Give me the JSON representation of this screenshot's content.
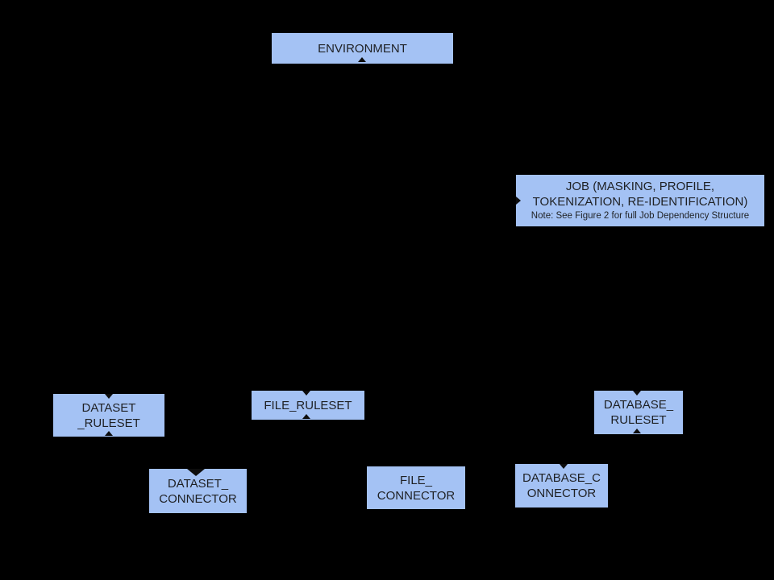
{
  "colors": {
    "background": "#000000",
    "node_fill": "#a4c2f4",
    "text": "#1f2124",
    "arrow": "#0d0d0d"
  },
  "nodes": {
    "environment": {
      "label": "ENVIRONMENT"
    },
    "job": {
      "label": "JOB (MASKING, PROFILE,\nTOKENIZATION, RE-IDENTIFICATION)",
      "note": "Note: See Figure 2 for full Job Dependency Structure"
    },
    "dataset_ruleset": {
      "label": "DATASET\n_RULESET"
    },
    "file_ruleset": {
      "label": "FILE_RULESET"
    },
    "database_ruleset": {
      "label": "DATABASE_\nRULESET"
    },
    "dataset_connector": {
      "label": "DATASET_\nCONNECTOR"
    },
    "file_connector": {
      "label": "FILE_\nCONNECTOR"
    },
    "database_connector": {
      "label": "DATABASE_C\nONNECTOR"
    }
  }
}
